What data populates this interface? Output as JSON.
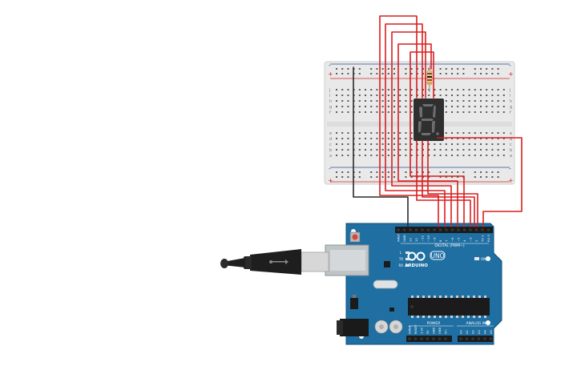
{
  "colors": {
    "background": "#ffffff",
    "board": "#1f6fa3",
    "board_edge": "#0f4d78",
    "breadboard": "#e9e9e9",
    "wire_red": "#d81e1e",
    "wire_black": "#2a2a2a",
    "display_body": "#2f2f2f",
    "segment": "#6e6e6e",
    "rail_red": "#d62828",
    "rail_blue": "#2a4c9a"
  },
  "breadboard": {
    "row_letters_top": [
      "j",
      "i",
      "h",
      "g",
      "f"
    ],
    "row_letters_bottom": [
      "e",
      "d",
      "c",
      "b",
      "a"
    ],
    "rail_plus": "+",
    "rail_minus": "-"
  },
  "display": {
    "digit": "8"
  },
  "arduino": {
    "brand": "ARDUINO",
    "model": "UNO",
    "digital_header": "DIGITAL (PWM~)",
    "power_header": "POWER",
    "analog_header": "ANALOG IN",
    "on_label": "ON",
    "led_l": "L",
    "led_tx": "TX",
    "led_rx": "RX",
    "digital_pins": [
      "AREF",
      "GND",
      "13",
      "12",
      "~11",
      "~10",
      "~9",
      "8",
      "7",
      "~6",
      "~5",
      "4",
      "~3",
      "2",
      "TX 1",
      "RX 0"
    ],
    "power_pins": [
      "IOREF",
      "RESET",
      "3.3V",
      "5V",
      "GND",
      "GND",
      "Vin"
    ],
    "analog_pins": [
      "A0",
      "A1",
      "A2",
      "A3",
      "A4",
      "A5"
    ]
  }
}
